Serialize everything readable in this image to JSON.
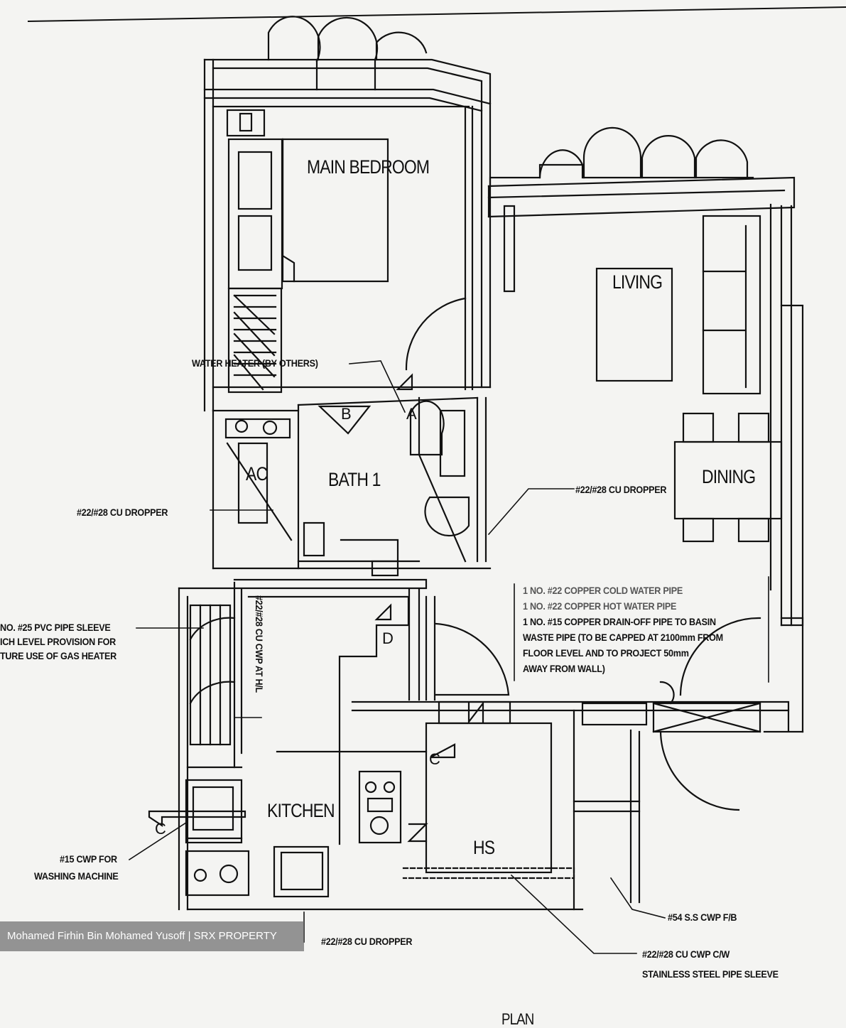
{
  "rooms": {
    "main_bedroom": "MAIN BEDROOM",
    "living": "LIVING",
    "bath": "BATH 1",
    "dining": "DINING",
    "kitchen": "KITCHEN",
    "hs": "HS",
    "ac": "AC"
  },
  "letters": {
    "a": "A",
    "b": "B",
    "c_hs": "C",
    "c_laundry": "C",
    "d": "D"
  },
  "notes": {
    "water_heater": "WATER HEATER (BY OTHERS)",
    "dropper_left": "#22/#28 CU DROPPER",
    "dropper_right": "#22/#28 CU DROPPER",
    "dropper_bottom": "#22/#28 CU DROPPER",
    "pvc_sleeve_1": "NO. #25 PVC PIPE SLEEVE",
    "pvc_sleeve_2": "ICH LEVEL PROVISION FOR",
    "pvc_sleeve_3": "TURE USE OF GAS HEATER",
    "cwp_vertical": "#22/#28 CU CWP AT H/L",
    "pipe_1": "1 NO. #22 COPPER COLD WATER PIPE",
    "pipe_2": "1 NO. #22 COPPER HOT WATER PIPE",
    "pipe_3": "1 NO. #15 COPPER DRAIN-OFF PIPE TO BASIN",
    "pipe_4": "WASTE PIPE (TO BE CAPPED AT 2100mm FROM",
    "pipe_5": "FLOOR LEVEL AND TO PROJECT 50mm",
    "pipe_6": "AWAY FROM WALL)",
    "washing_1": "#15 CWP FOR",
    "washing_2": "WASHING MACHINE",
    "ss_cwp": "#54 S.S CWP F/B",
    "cu_cwp_1": "#22/#28 CU CWP C/W",
    "cu_cwp_2": "STAINLESS STEEL PIPE SLEEVE",
    "bottom_caption": "PLAN"
  },
  "watermark": "Mohamed Firhin Bin Mohamed Yusoff | SRX PROPERTY"
}
